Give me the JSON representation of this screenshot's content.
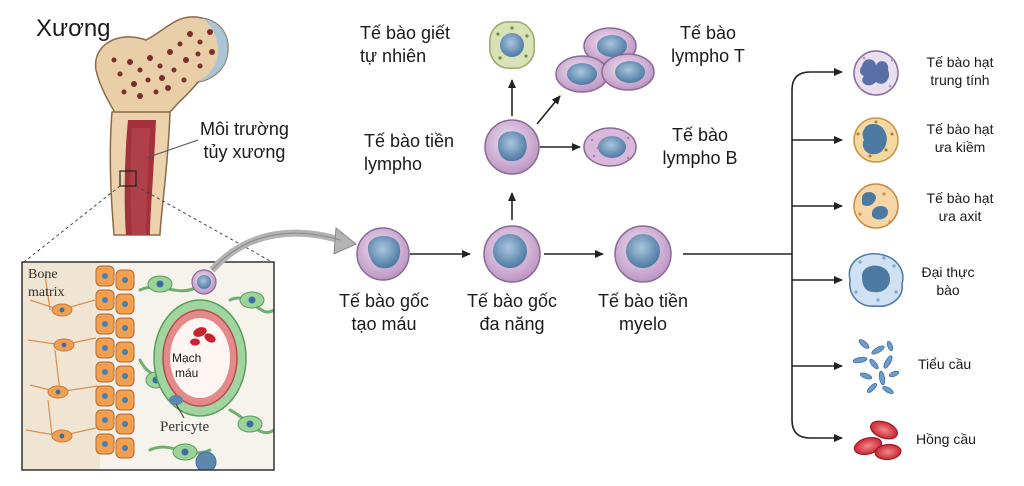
{
  "title": "Xương",
  "bone": {
    "marrow_label": [
      "Môi trường",
      "tủy xương"
    ],
    "inset": {
      "bone_matrix": [
        "Bone",
        "matrix"
      ],
      "vessel": [
        "Mạch",
        "máu"
      ],
      "pericyte": "Pericyte"
    }
  },
  "cells": {
    "hsc": [
      "Tế bào gốc",
      "tạo máu"
    ],
    "mpp": [
      "Tế bào gốc",
      "đa năng"
    ],
    "cmp": [
      "Tế bào tiền",
      "myelo"
    ],
    "clp": [
      "Tế bào tiền",
      "lympho"
    ],
    "nk": [
      "Tế bào giết",
      "tự nhiên"
    ],
    "t_cell": [
      "Tế bào",
      "lympho T"
    ],
    "b_cell": [
      "Tế bào",
      "lympho B"
    ]
  },
  "myeloid_outputs": [
    {
      "id": "neutrophil",
      "lines": [
        "Tế bào hạt",
        "trung tính"
      ]
    },
    {
      "id": "basophil",
      "lines": [
        "Tế bào hạt",
        "ưa kiềm"
      ]
    },
    {
      "id": "eosinophil",
      "lines": [
        "Tế bào hạt",
        "ưa axit"
      ]
    },
    {
      "id": "macrophage",
      "lines": [
        "Đại thực",
        "bào"
      ]
    },
    {
      "id": "platelets",
      "lines": [
        "Tiểu cầu"
      ]
    },
    {
      "id": "rbc",
      "lines": [
        "Hồng cầu"
      ]
    }
  ],
  "colors": {
    "cell_outer": "#c9a6cf",
    "cell_nucleus": "#5d87ad",
    "bone_tissue": "#e6c9a2",
    "marrow": "#a3323c",
    "vessel": "#d04a50",
    "pericyte_cell": "#8cc58c",
    "osteoblast": "#f2a050"
  }
}
